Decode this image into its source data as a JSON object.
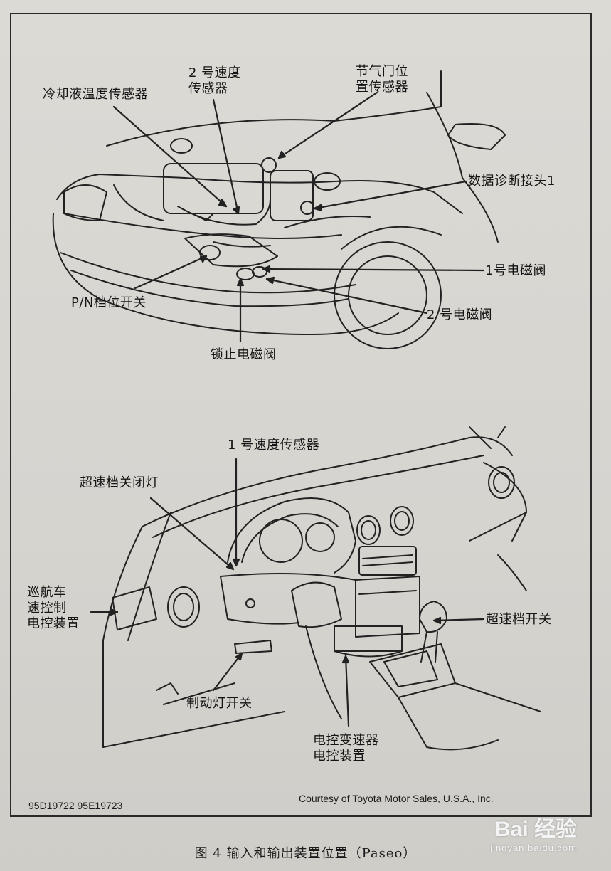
{
  "diagram": {
    "top": {
      "labels": {
        "coolant_sensor": "冷却液温度传感器",
        "speed_sensor_2": "2 号速度\n传感器",
        "throttle_sensor": "节气门位\n置传感器",
        "diag_connector": "数据诊断接头1",
        "solenoid_1": "1号电磁阀",
        "solenoid_2": "2 号电磁阀",
        "pn_switch": "P/N档位开关",
        "lockup_solenoid": "锁止电磁阀"
      }
    },
    "bottom": {
      "labels": {
        "speed_sensor_1": "1 号速度传感器",
        "od_off_light": "超速档关闭灯",
        "cruise_ecu": "巡航车\n速控制\n电控装置",
        "od_switch": "超速档开关",
        "brake_switch": "制动灯开关",
        "ect_ecu": "电控变速器\n电控装置"
      }
    },
    "footer": {
      "codes": "95D19722   95E19723",
      "courtesy": "Courtesy of Toyota Motor Sales, U.S.A., Inc."
    }
  },
  "caption": "图 4    输入和输出装置位置（Paseo）",
  "watermark": {
    "brand": "Bai 经验",
    "url": "jingyan.baidu.com"
  }
}
